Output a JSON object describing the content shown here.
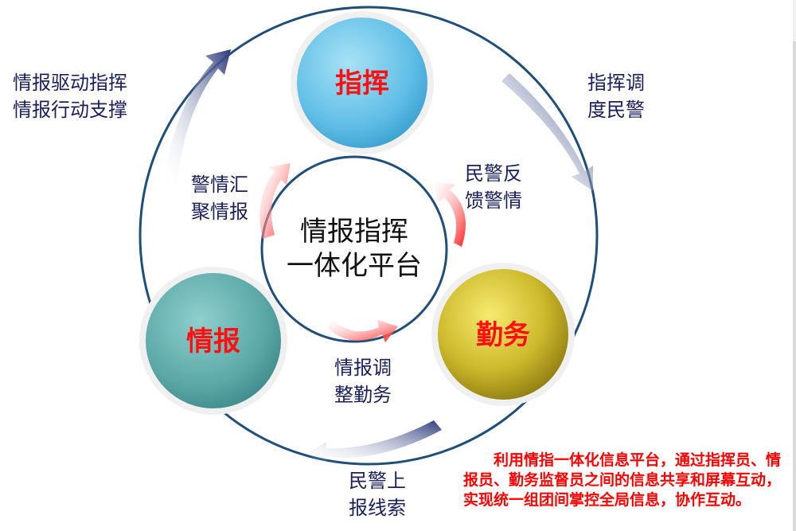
{
  "center_title": [
    "情报指挥",
    "一体化平台"
  ],
  "nodes": {
    "command": "指挥",
    "intel": "情报",
    "duty": "勤务"
  },
  "outer_labels": {
    "intel_to_command": [
      "情报驱动指挥",
      "情报行动支撑"
    ],
    "command_to_duty": [
      "指挥调",
      "度民警"
    ],
    "duty_to_intel": [
      "民警上",
      "报线索"
    ]
  },
  "inner_labels": {
    "alarm_gather": [
      "警情汇",
      "聚情报"
    ],
    "police_feedback": [
      "民警反",
      "馈警情"
    ],
    "intel_adjust": [
      "情报调",
      "整勤务"
    ]
  },
  "note": "利用情指一体化信息平台，通过指挥员、情报员、勤务监督员之间的信息共享和屏幕互动，实现统一组团间掌控全局信息，协作互动。",
  "colors": {
    "ring": "#1f4e79",
    "command_ball": "#6cc4e8",
    "intel_ball": "#5ea9a8",
    "duty_ball": "#c8b42a",
    "red_text": "#ff0000",
    "label_text": "#1a1f5c"
  }
}
